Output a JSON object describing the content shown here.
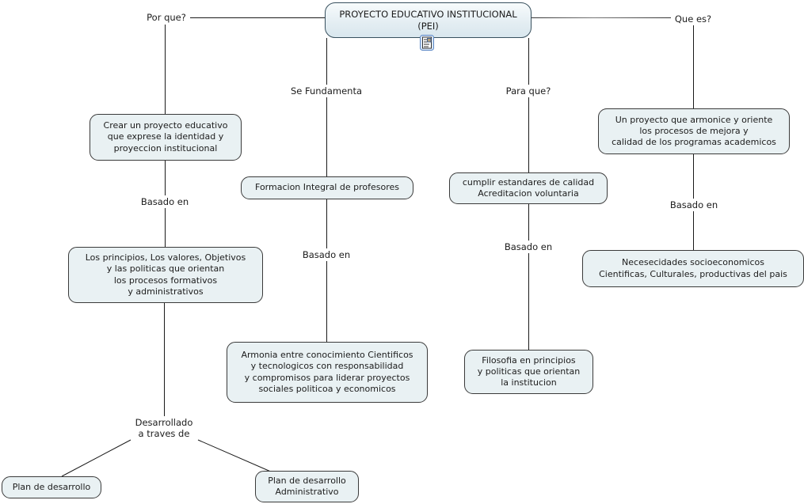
{
  "nodes": {
    "main": {
      "label": "PROYECTO EDUCATIVO INSTITUCIONAL\n(PEI)"
    },
    "crear": {
      "label": "Crear un proyecto educativo\nque exprese la identidad y\nproyeccion institucional"
    },
    "principios": {
      "label": "Los principios, Los valores, Objetivos\ny las politicas que orientan\nlos procesos formativos\ny administrativos"
    },
    "plan_desarrollo": {
      "label": "Plan de desarrollo"
    },
    "plan_administrativo": {
      "label": "Plan de desarrollo\nAdministrativo"
    },
    "formacion": {
      "label": "Formacion Integral de profesores"
    },
    "armonia": {
      "label": "Armonia entre conocimiento Cientificos\ny tecnologicos con responsabilidad\ny compromisos para liderar proyectos\nsociales politicoa y economicos"
    },
    "cumplir": {
      "label": "cumplir estandares de calidad\nAcreditacion voluntaria"
    },
    "filosofia": {
      "label": "Filosofia en principios\ny politicas que orientan\nla institucion"
    },
    "proyecto_armonice": {
      "label": "Un proyecto que armonice y oriente\nlos procesos de mejora y\ncalidad de los programas academicos"
    },
    "necesidades": {
      "label": "Necesecidades socioeconomicos\nCientificas, Culturales, productivas del pais"
    }
  },
  "link_labels": {
    "por_que": "Por que?",
    "que_es": "Que es?",
    "se_fundamenta": "Se Fundamenta",
    "para_que": "Para que?",
    "basado_en_left": "Basado en",
    "basado_en_center": "Basado en",
    "basado_en_mid": "Basado en",
    "basado_en_right": "Basado en",
    "desarrollado": "Desarrollado\na traves de"
  },
  "icons": {
    "resource_icon": "document-resource-icon"
  },
  "colors": {
    "node_fill": "#e9f1f3",
    "node_border": "#3a3a3a",
    "line": "#1a1a1a",
    "background": "#ffffff",
    "icon_border": "#5b87c5"
  }
}
